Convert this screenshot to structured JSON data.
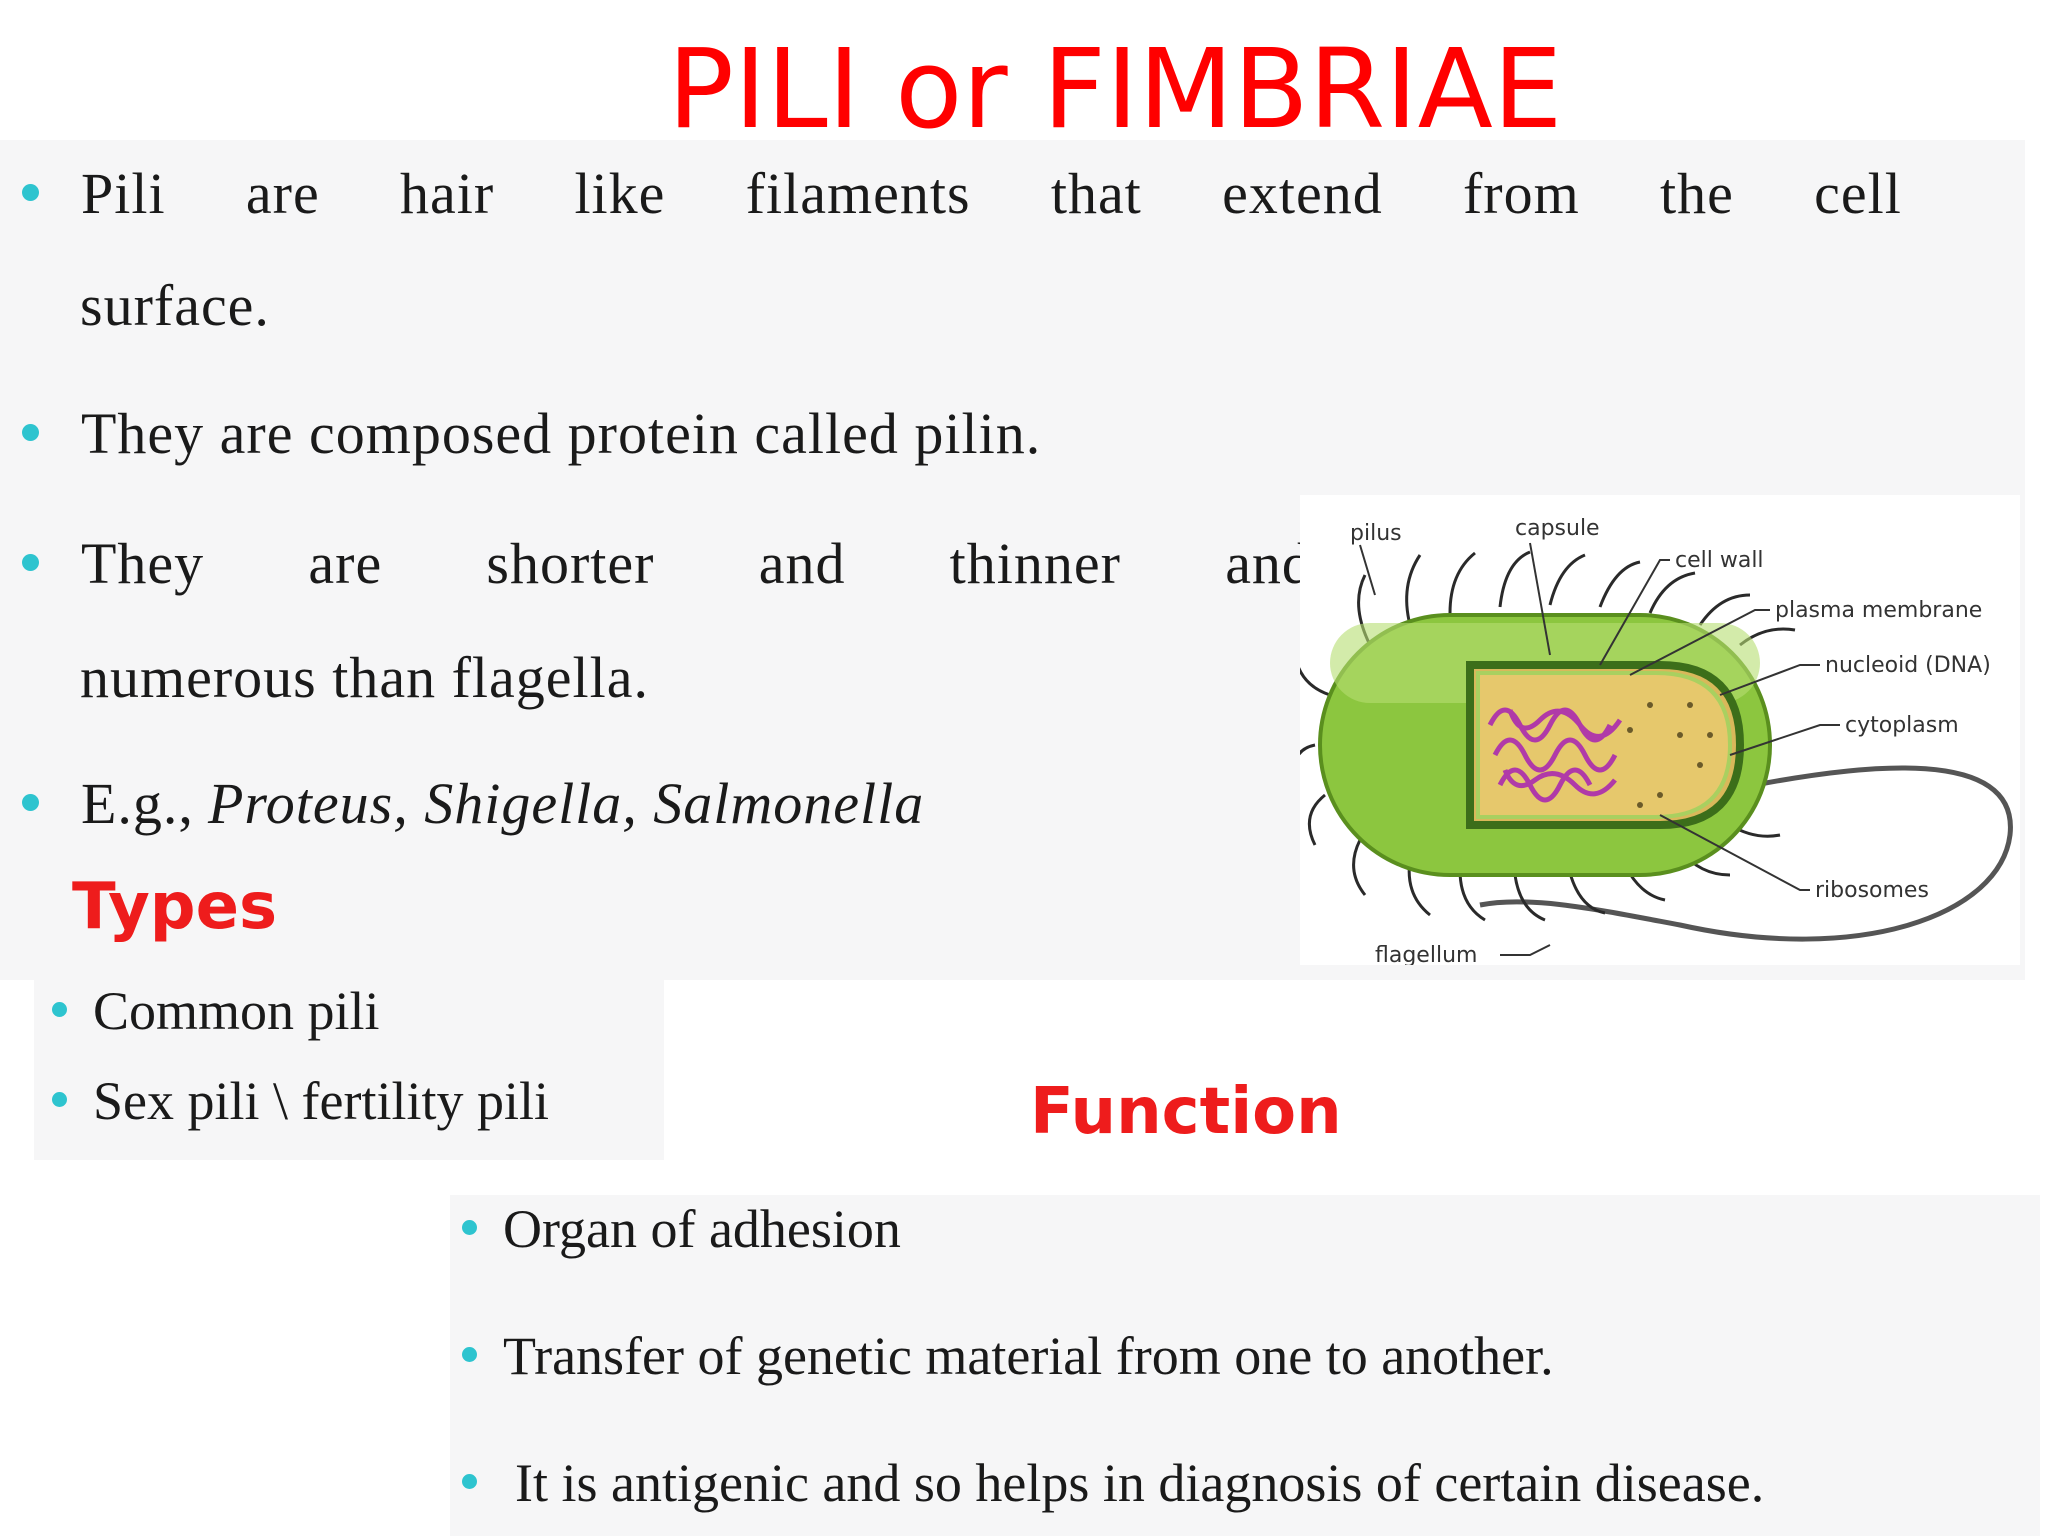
{
  "title": "PILI or FIMBRIAE",
  "intro_bullets": {
    "b1_line1": "Pili are hair like filaments that extend from the cell",
    "b1_line2": "surface.",
    "b2": "They are composed protein called pilin.",
    "b3_line1": "They are shorter and thinner and",
    "b3_line2": "numerous than flagella.",
    "b4_prefix": "E.g.,",
    "b4_examples": "Proteus, Shigella, Salmonella"
  },
  "types": {
    "heading": "Types",
    "items": [
      "Common pili",
      "Sex pili \\ fertility pili"
    ]
  },
  "function": {
    "heading": "Function",
    "items": [
      "Organ of adhesion",
      "Transfer of genetic material from one to another.",
      "It is antigenic and so helps in diagnosis of certain disease."
    ]
  },
  "diagram_labels": {
    "pilus": "pilus",
    "capsule": "capsule",
    "cell_wall": "cell wall",
    "plasma_membrane": "plasma membrane",
    "nucleoid": "nucleoid (DNA)",
    "cytoplasm": "cytoplasm",
    "ribosomes": "ribosomes",
    "flagellum": "flagellum"
  },
  "colors": {
    "title": "#ff0000",
    "heading": "#ee1c1c",
    "bullet": "#2ec4cf",
    "panel": "#f6f6f7"
  }
}
